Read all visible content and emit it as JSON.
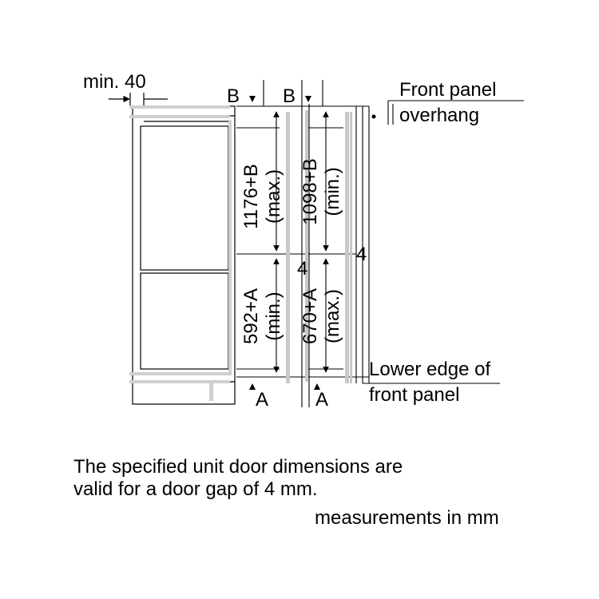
{
  "labels": {
    "min_gap": "min. 40",
    "front_panel_overhang_line1": "Front panel",
    "front_panel_overhang_line2": "overhang",
    "lower_edge_line1": "Lower edge of",
    "lower_edge_line2": "front panel",
    "b_left": "B",
    "b_right": "B",
    "a_left": "A",
    "a_right": "A",
    "gap_4_mid": "4",
    "gap_4_right": "4"
  },
  "dimensions": {
    "upper_max_value": "1176+B",
    "upper_max_qual": "(max.)",
    "upper_min_value": "1098+B",
    "upper_min_qual": "(min.)",
    "lower_min_value": "592+A",
    "lower_min_qual": "(min.)",
    "lower_max_value": "670+A",
    "lower_max_qual": "(max.)"
  },
  "notes": {
    "door_gap_line1": "The specified unit door dimensions are",
    "door_gap_line2": "valid for a door gap of 4 mm.",
    "units": "measurements in mm"
  }
}
